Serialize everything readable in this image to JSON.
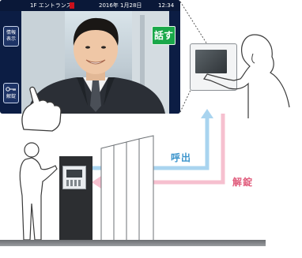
{
  "monitor": {
    "location_label": "1F エントランス",
    "live_badge": "",
    "date": "2016年 1月28日",
    "time": "12:34",
    "info_button": "情報\n表示",
    "talk_button": "話す",
    "unlock_button": "解錠"
  },
  "diagram": {
    "call_label": "呼出",
    "unlock_label": "解錠"
  },
  "colors": {
    "call_arrow": "#a9d4ef",
    "unlock_arrow": "#f6c0cf",
    "call_text": "#3d95cc",
    "unlock_text": "#e05c7c",
    "talk_button": "#1aa84a",
    "monitor_frame": "#0c1d44"
  }
}
